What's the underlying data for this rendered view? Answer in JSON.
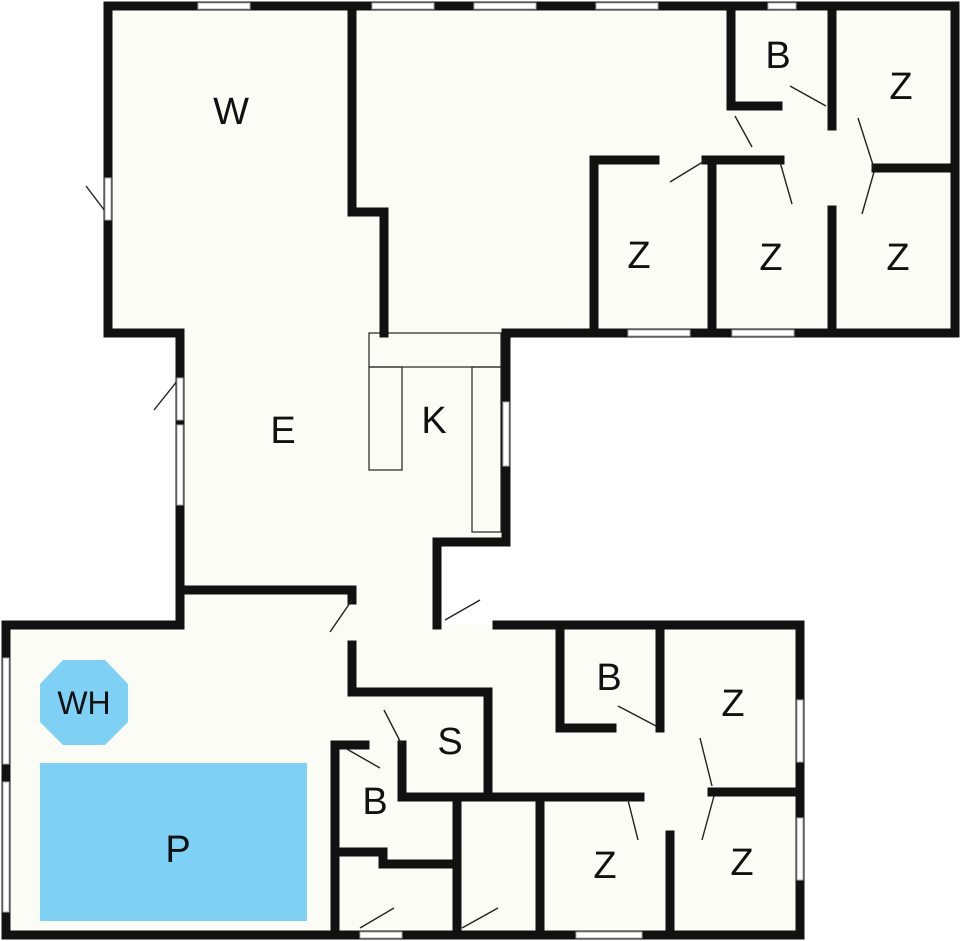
{
  "colors": {
    "floor": "#fcfcf7",
    "wall": "#111111",
    "water": "#7fd0f5"
  },
  "rooms": {
    "w": "W",
    "e": "E",
    "k": "K",
    "s": "S",
    "wh": "WH",
    "p": "P",
    "b_top": "B",
    "b_mid": "B",
    "b_low": "B",
    "z_top_right": "Z",
    "z_row_1": "Z",
    "z_row_2": "Z",
    "z_row_3": "Z",
    "z_mid": "Z",
    "z_low_1": "Z",
    "z_low_2": "Z"
  }
}
